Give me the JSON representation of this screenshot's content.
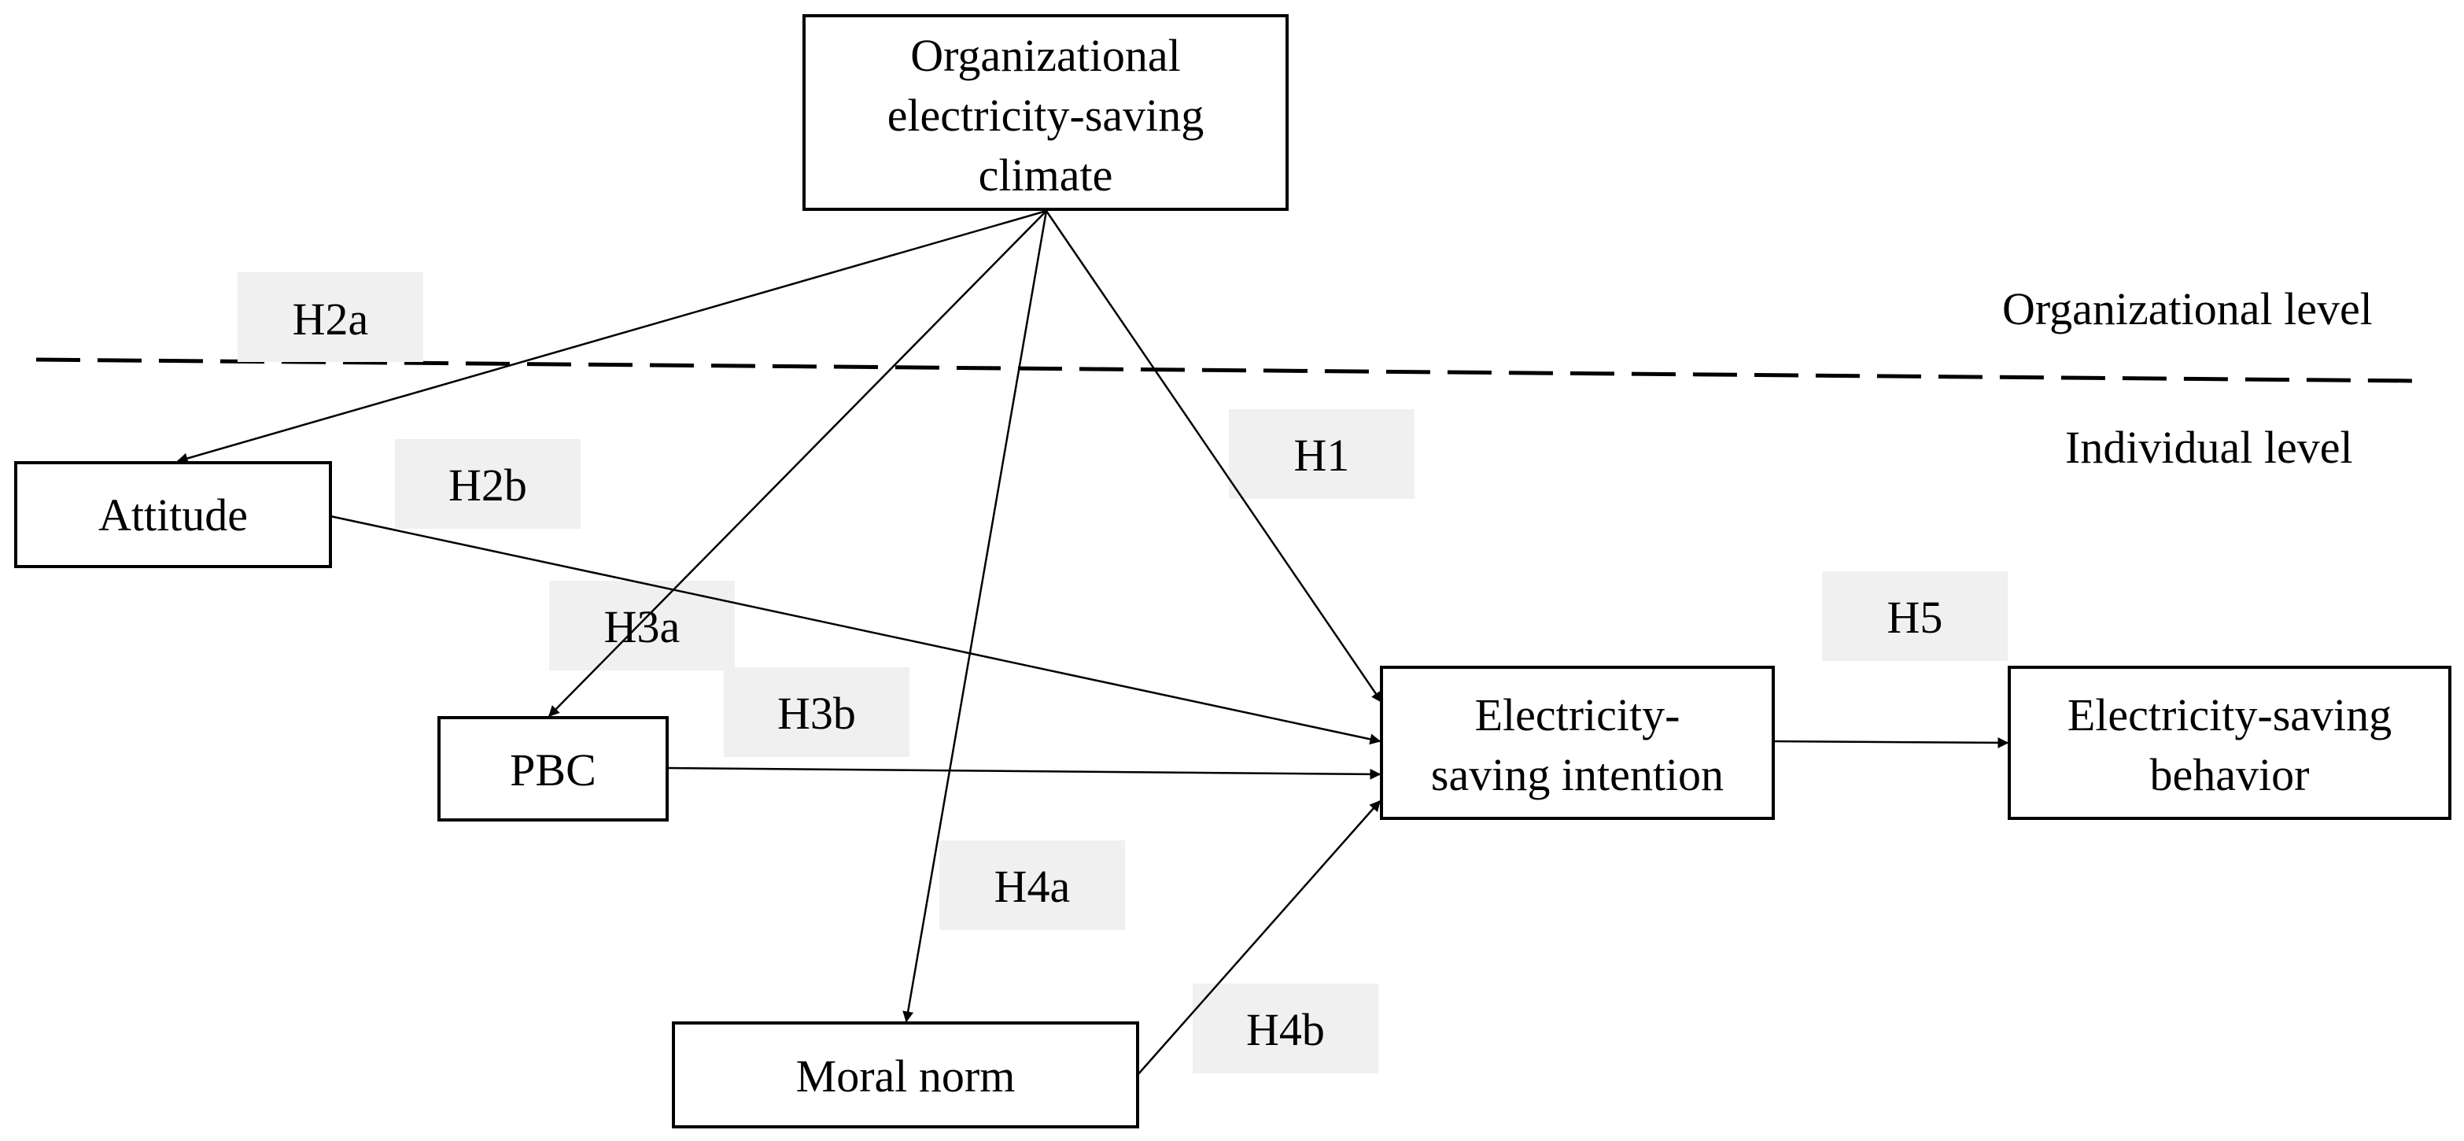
{
  "nodes": {
    "climate": {
      "lines": [
        "Organizational",
        "electricity-saving",
        "climate"
      ]
    },
    "attitude": {
      "lines": [
        "Attitude"
      ]
    },
    "pbc": {
      "lines": [
        "PBC"
      ]
    },
    "moral_norm": {
      "lines": [
        "Moral norm"
      ]
    },
    "intention": {
      "lines": [
        "Electricity-",
        "saving intention"
      ]
    },
    "behavior": {
      "lines": [
        "Electricity-saving",
        "behavior"
      ]
    }
  },
  "levels": {
    "organizational": "Organizational level",
    "individual": "Individual level"
  },
  "hypotheses": {
    "h1": "H1",
    "h2a": "H2a",
    "h2b": "H2b",
    "h3a": "H3a",
    "h3b": "H3b",
    "h4a": "H4a",
    "h4b": "H4b",
    "h5": "H5"
  },
  "colors": {
    "line": "#000000",
    "box_fill": "#ffffff",
    "label_background": "#f0f0f0"
  }
}
